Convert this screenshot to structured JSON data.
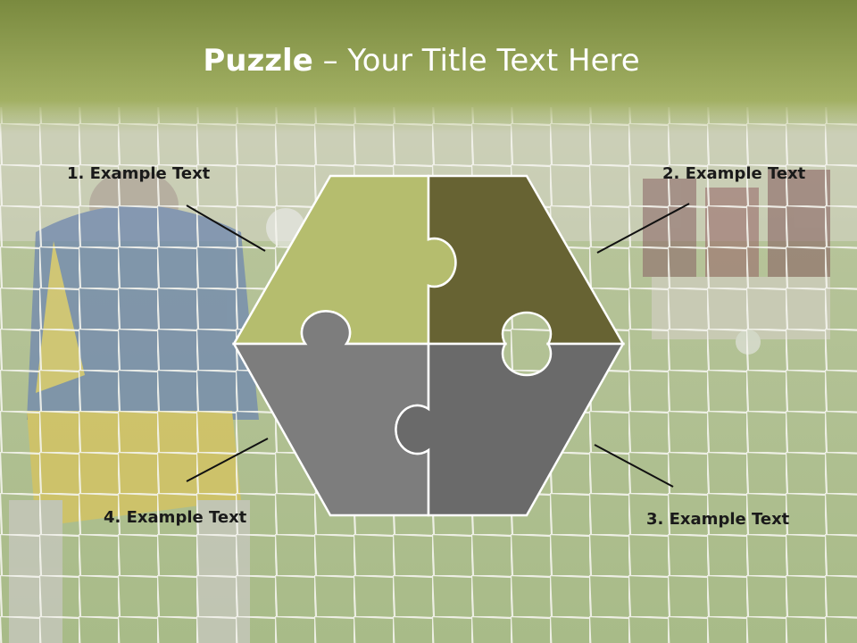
{
  "slide": {
    "title_bold": "Puzzle",
    "title_rest": " – Your Title Text Here"
  },
  "labels": {
    "l1": "1. Example Text",
    "l2": "2. Example Text",
    "l3": "3. Example Text",
    "l4": "4. Example Text"
  },
  "colors": {
    "header": "#8a9a4a",
    "piece_top_left": "#b5bd6e",
    "piece_top_right": "#676333",
    "piece_bottom_left": "#7c7c7c",
    "piece_bottom_right": "#696969",
    "grass": "#9fb77e"
  }
}
